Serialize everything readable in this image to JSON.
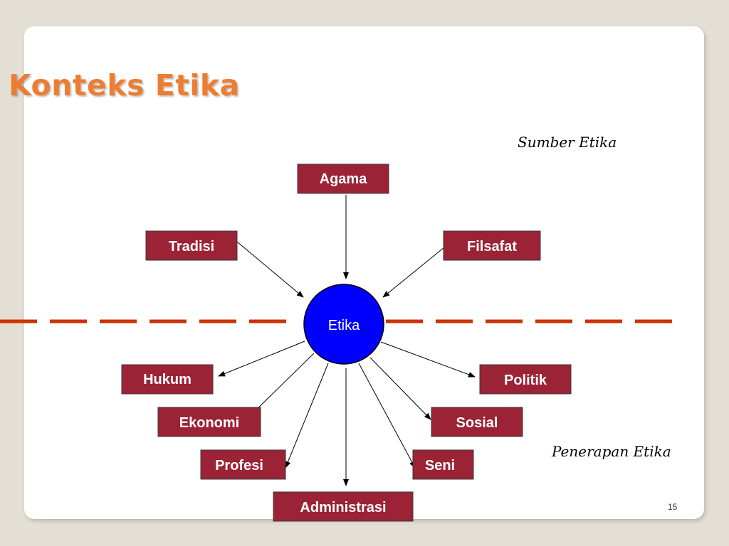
{
  "slide": {
    "title": "Konteks Etika",
    "caption_top": "Sumber Etika",
    "caption_bottom": "Penerapan Etika",
    "page_number": "15"
  },
  "diagram": {
    "center": "Etika",
    "sources": [
      "Agama",
      "Tradisi",
      "Filsafat"
    ],
    "applications": [
      "Hukum",
      "Politik",
      "Ekonomi",
      "Sosial",
      "Profesi",
      "Seni",
      "Administrasi"
    ]
  },
  "colors": {
    "title": "#ed7d31",
    "box_fill": "#9b2335",
    "hub_fill": "#0000ff",
    "divider": "#cc3300"
  }
}
